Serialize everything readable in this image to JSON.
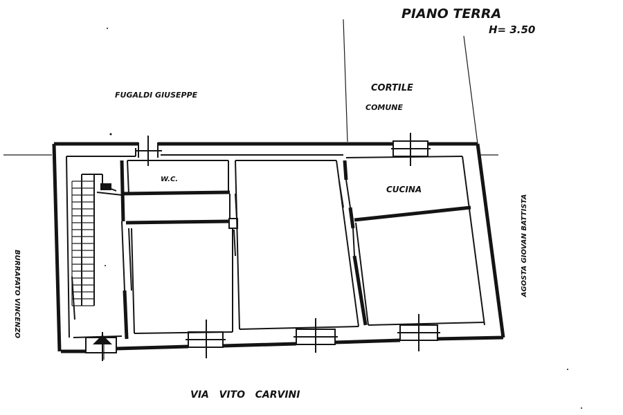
{
  "title": "PIANO TERRA",
  "height_label": "H= 3.50",
  "labels": {
    "neighbor_north": "FUGALDI GIUSEPPE",
    "courtyard_line1": "CORTILE",
    "courtyard_line2": "COMUNE",
    "wc": "W.C.",
    "kitchen": "CUCINA",
    "street": "VIA   VITO   CARVINI",
    "neighbor_west": "BURRAFATO VINCENZO",
    "neighbor_east": "AGOSTA GIOVAN BATTISTA"
  },
  "colors": {
    "ink": "#141414",
    "paper": "#ffffff"
  }
}
